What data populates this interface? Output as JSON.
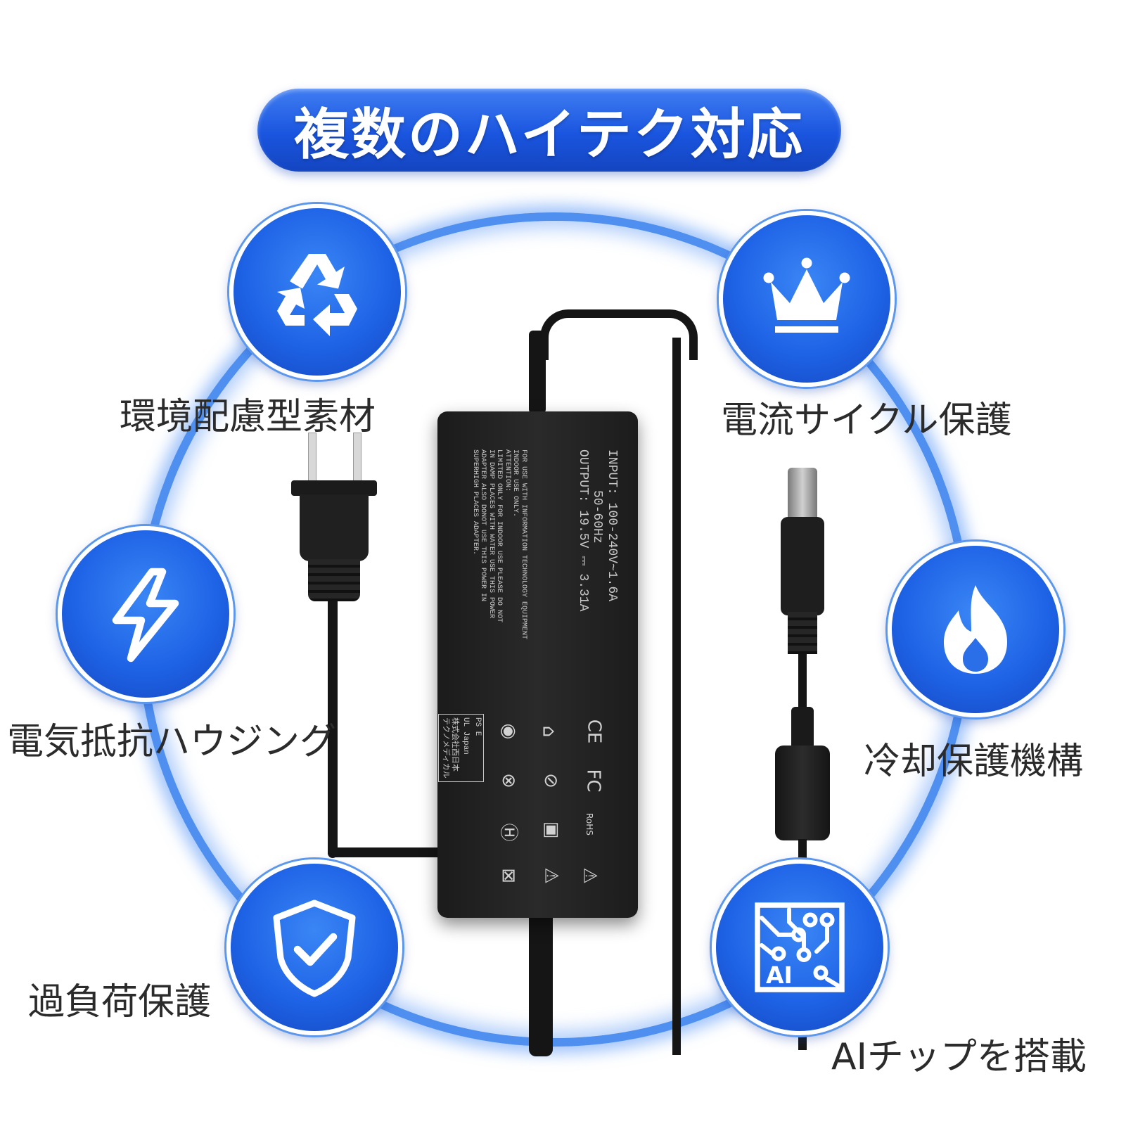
{
  "title": "複数のハイテク対応",
  "features": [
    {
      "label": "環境配慮型素材",
      "icon": "recycle-icon"
    },
    {
      "label": "電流サイクル保護",
      "icon": "crown-icon"
    },
    {
      "label": "電気抵抗ハウジング",
      "icon": "lightning-icon"
    },
    {
      "label": "冷却保護機構",
      "icon": "flame-icon"
    },
    {
      "label": "過負荷保護",
      "icon": "shield-check-icon"
    },
    {
      "label": "AIチップを搭載",
      "icon": "ai-chip-icon",
      "icon_text": "AI"
    }
  ],
  "adapter": {
    "input_line": "INPUT: 100-240V~1.6A",
    "freq_line": "50-60Hz",
    "output_line": "OUTPUT: 19.5V ⎓ 3.31A",
    "fine_print": "FOR USE WITH INFORMATION TECHNOLOGY EQUIPMENT\nINDOOR USE ONLY.\nATTENTION:\nLIMITED ONLY FOR INDOOR USE PLEASE DO NOT\nIN DAMP PLACES WITH WATER USE THIS POWER\nADAPTER ALSO DONOT USE THIS POWER IN\nSUPERHIGH PLACES ADAPTER.",
    "cert_text": "UL Japan",
    "maker_text": "株式会社西日本\nテクノメディカル",
    "pse_mark": "PS E",
    "symbols": [
      "CE",
      "FC",
      "RoHS"
    ]
  },
  "colors": {
    "accent": "#1e63e6",
    "ring": "#4e8ff0",
    "label": "#2b2b2b"
  }
}
